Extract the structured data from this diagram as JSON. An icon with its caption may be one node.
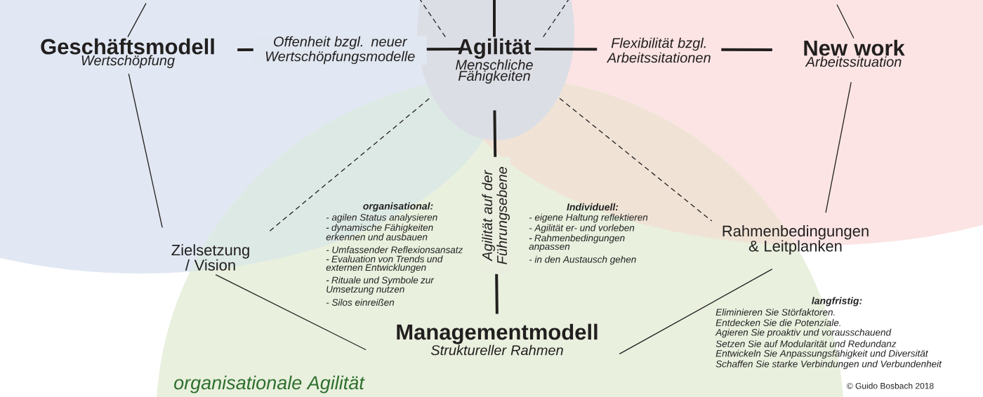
{
  "diagram": {
    "nodes": [
      {
        "text": [
          "Geschäftsmodell",
          "Wertschöpfung"
        ]
      },
      {
        "text": [
          "Agilität",
          "Menschliche Fähigkeiten"
        ]
      },
      {
        "text": [
          "New work",
          "Arbeitssituation"
        ]
      },
      {
        "text": [
          "Zielsetzung / Vision"
        ]
      },
      {
        "text": [
          "Rahmenbedingungen & Leitplanken"
        ]
      },
      {
        "text": [
          "Managementmodell",
          "Struktureller Rahmen"
        ]
      }
    ],
    "edges": [
      {
        "from": 0,
        "to": 1,
        "arrow": "none",
        "style": "thick",
        "label": "Offenheit bzgl. neuer Wertschöpfungsmodelle"
      },
      {
        "from": 1,
        "to": 2,
        "arrow": "none",
        "style": "thick",
        "label": "Flexibilität bzgl. Arbeitssitationen"
      },
      {
        "from": 1,
        "to": 5,
        "arrow": "none",
        "style": "thick",
        "label": "Agilität auf der Führungsebene"
      },
      {
        "from": 0,
        "to": 3,
        "arrow": "none"
      },
      {
        "from": 2,
        "to": 4,
        "arrow": "none"
      },
      {
        "from": 3,
        "to": 5,
        "arrow": "none"
      },
      {
        "from": 4,
        "to": 5,
        "arrow": "none"
      },
      {
        "from": 1,
        "to": 3,
        "arrow": "none",
        "style": "dashed"
      },
      {
        "from": 1,
        "to": 4,
        "arrow": "none",
        "style": "dashed"
      },
      {
        "from": 0,
        "to": null,
        "arrow": "none"
      },
      {
        "from": 1,
        "to": null,
        "arrow": "none",
        "style": "thick"
      },
      {
        "from": 1,
        "to": null,
        "arrow": "none",
        "style": "dashed"
      },
      {
        "from": 1,
        "to": null,
        "arrow": "none",
        "style": "dashed"
      },
      {
        "from": 2,
        "to": null,
        "arrow": "none"
      }
    ],
    "labels": [
      "organisational:",
      "- agilen Status analysieren",
      "- dynamische Fähigkeiten erkennen und ausbauen",
      "- Umfassender Reflexionsansatz",
      "- Evaluation von Trends und externen Entwicklungen",
      "- Rituale und Symbole zur Umsetzung nutzen",
      "- Silos einreißen",
      "Individuell:",
      "- eigene Haltung reflektieren",
      "- Agilität er- und vorleben",
      "- Rahmenbedingungen anpassen",
      "- in den Austausch gehen",
      "langfristig:",
      "Eliminieren Sie Störfaktoren.",
      "Entdecken Sie die Potenziale.",
      "Agieren Sie proaktiv und vorausschauend",
      "Setzen Sie auf Modularität und Redundanz",
      "Entwickeln Sie Anpassungsfähigkeit und Diversität",
      "Schaffen Sie starke Verbindungen und Verbundenheit",
      "organisationale Agilität",
      "© Guido Bosbach 2018"
    ]
  }
}
